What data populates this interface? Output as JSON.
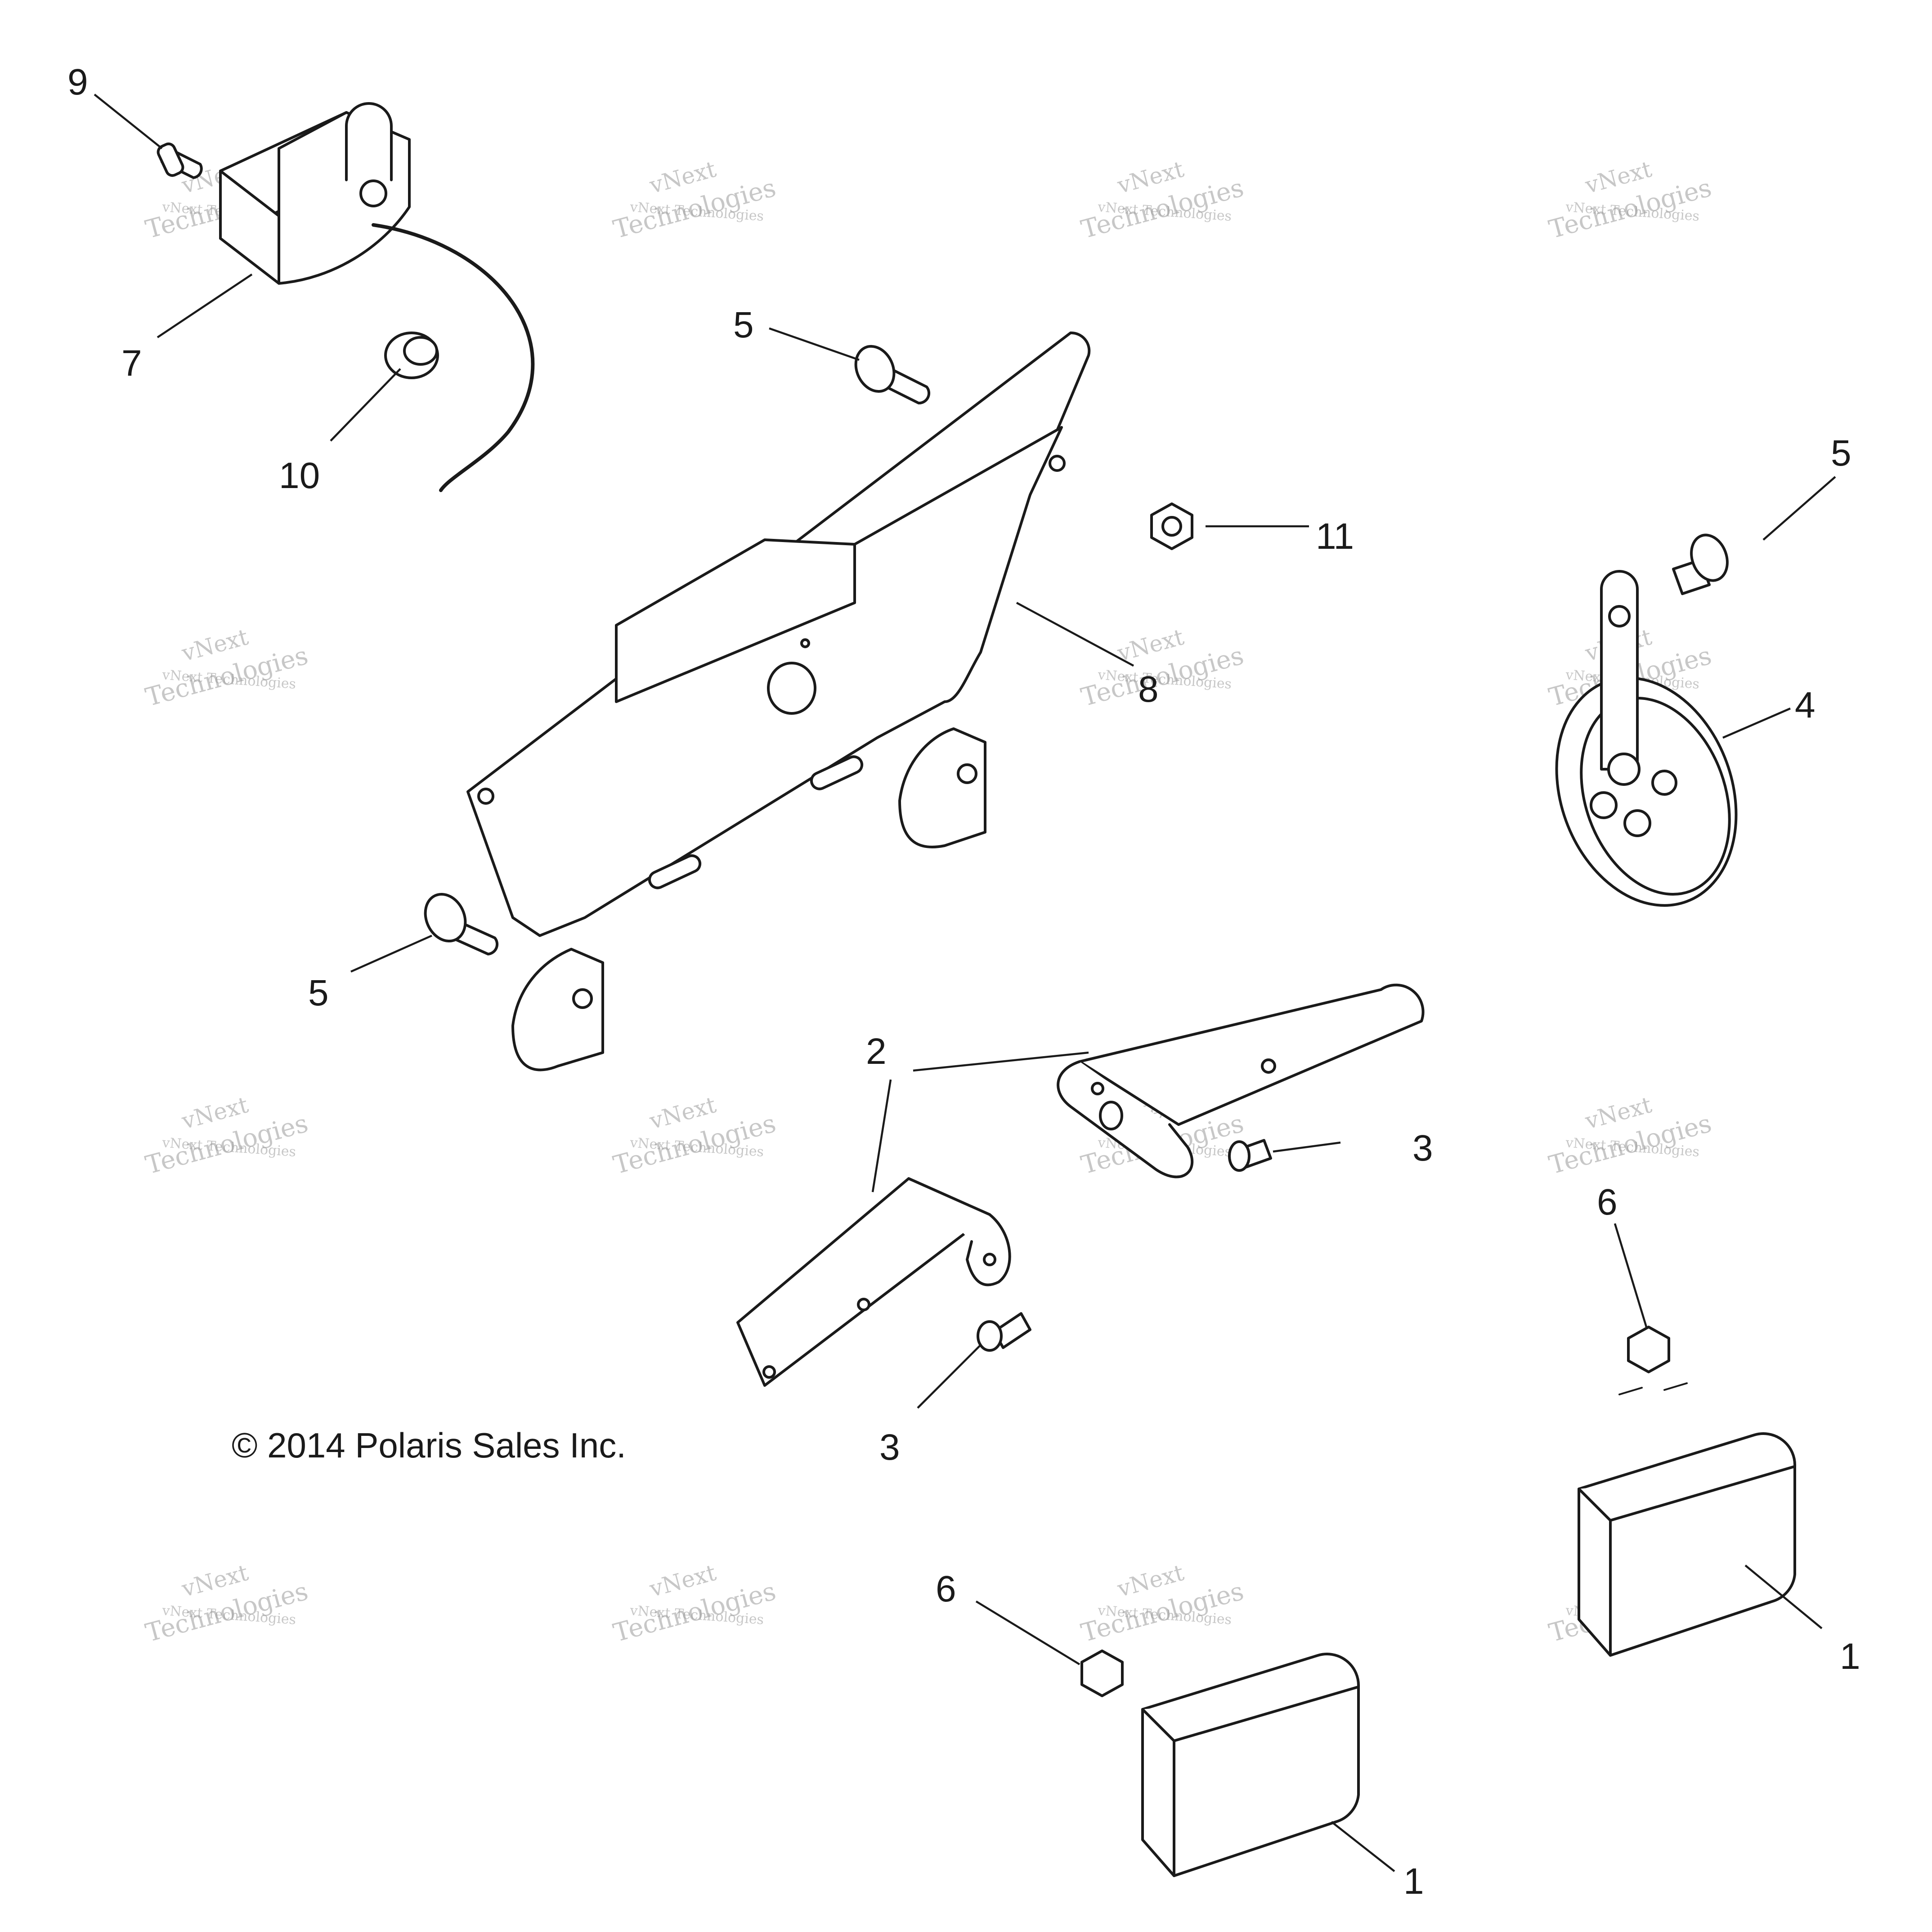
{
  "callouts": [
    {
      "id": "c9",
      "label": "9"
    },
    {
      "id": "c7",
      "label": "7"
    },
    {
      "id": "c10",
      "label": "10"
    },
    {
      "id": "c5a",
      "label": "5"
    },
    {
      "id": "c5b",
      "label": "5"
    },
    {
      "id": "c5c",
      "label": "5"
    },
    {
      "id": "c11",
      "label": "11"
    },
    {
      "id": "c8",
      "label": "8"
    },
    {
      "id": "c4",
      "label": "4"
    },
    {
      "id": "c2",
      "label": "2"
    },
    {
      "id": "c3a",
      "label": "3"
    },
    {
      "id": "c3b",
      "label": "3"
    },
    {
      "id": "c6a",
      "label": "6"
    },
    {
      "id": "c6b",
      "label": "6"
    },
    {
      "id": "c1a",
      "label": "1"
    },
    {
      "id": "c1b",
      "label": "1"
    }
  ],
  "copyright": "© 2014  Polaris Sales Inc.",
  "watermark": {
    "line1": "vNext Technologies",
    "line2": "vNext",
    "line3": "Technologies"
  }
}
